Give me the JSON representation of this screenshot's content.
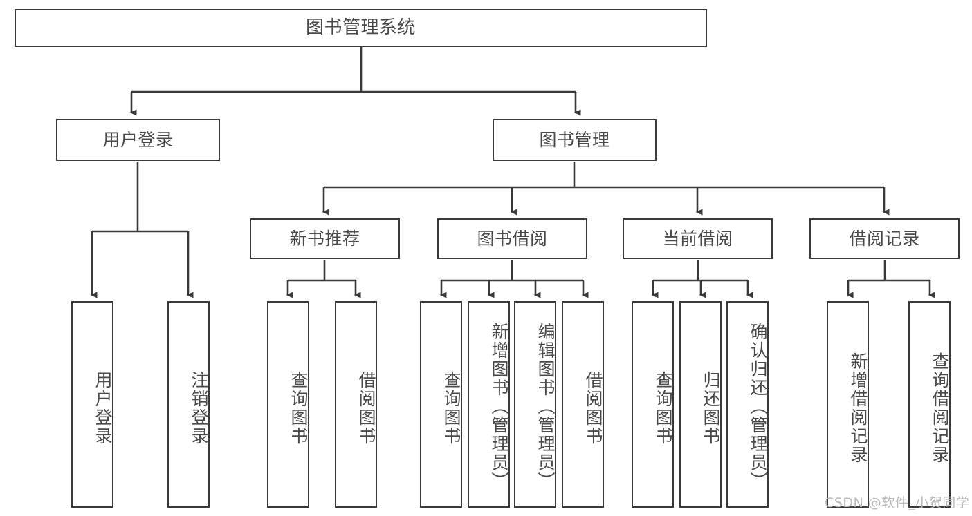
{
  "diagram": {
    "title": "图书管理系统",
    "type": "tree-hierarchy-chart",
    "root": {
      "label": "图书管理系统"
    },
    "level2": [
      {
        "label": "用户登录"
      },
      {
        "label": "图书管理"
      }
    ],
    "level3": [
      {
        "label": "新书推荐"
      },
      {
        "label": "图书借阅"
      },
      {
        "label": "当前借阅"
      },
      {
        "label": "借阅记录"
      }
    ],
    "leaves_user_login": [
      {
        "label": "用户登录"
      },
      {
        "label": "注销登录"
      }
    ],
    "leaves_new_book": [
      {
        "label": "查询图书"
      },
      {
        "label": "借阅图书"
      }
    ],
    "leaves_borrow": [
      {
        "label": "查询图书"
      },
      {
        "label": "新增图书（管理员）"
      },
      {
        "label": "编辑图书（管理员）"
      },
      {
        "label": "借阅图书"
      }
    ],
    "leaves_current": [
      {
        "label": "查询图书"
      },
      {
        "label": "归还图书"
      },
      {
        "label": "确认归还（管理员）"
      }
    ],
    "leaves_record": [
      {
        "label": "新增借阅记录"
      },
      {
        "label": "查询借阅记录"
      }
    ]
  },
  "watermark": {
    "text": "CSDN @软件_小贺同学"
  },
  "colors": {
    "stroke": "#3a3a3a",
    "text": "#4a4a4a",
    "background": "#ffffff",
    "watermark": "#b9b9b9"
  }
}
